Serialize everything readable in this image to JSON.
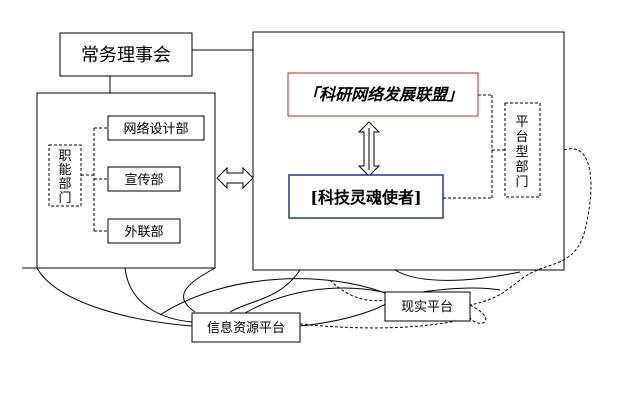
{
  "nodes": {
    "council": "常务理事会",
    "functional_dept": "职能部门",
    "network_design": "网络设计部",
    "publicity": "宣传部",
    "external": "外联部",
    "research_alliance": "科研网络发展联盟",
    "tech_soul": "科技灵魂使者",
    "platform_dept": "平台型部门",
    "info_platform": "信息资源平台",
    "real_platform": "现实平台"
  },
  "colors": {
    "line": "#000000",
    "research_alliance": "#cc2222",
    "tech_soul": "#1a2a9c",
    "tech_soul_border": "#2233aa",
    "arrow_fill": "#ffffff"
  }
}
